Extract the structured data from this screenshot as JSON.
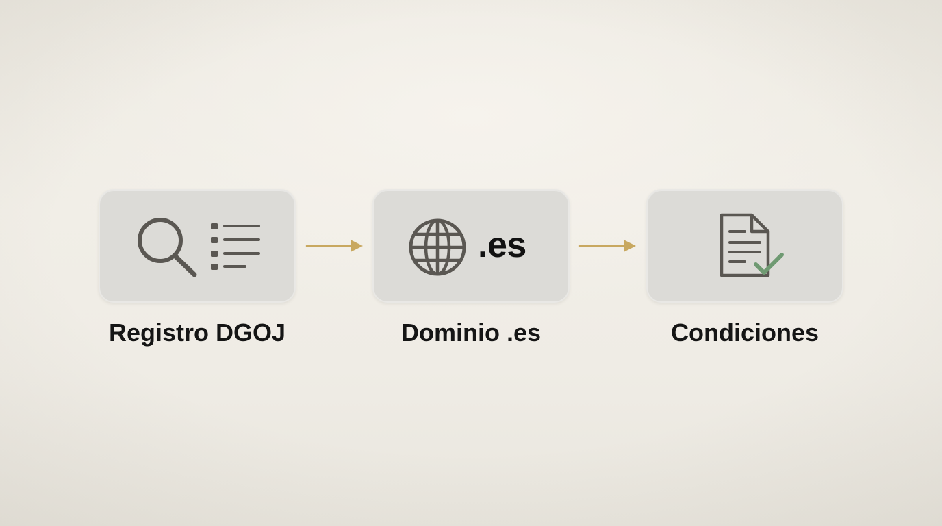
{
  "steps": [
    {
      "label": "Registro DGOJ",
      "icon": "search-list-icon"
    },
    {
      "label": "Dominio .es",
      "icon": "globe-icon",
      "card_text": ".es"
    },
    {
      "label": "Condiciones",
      "icon": "document-check-icon"
    }
  ],
  "connectors": [
    "arrow-right-icon",
    "arrow-right-icon"
  ],
  "colors": {
    "card": "#dcdbd7",
    "icon": "#5a5752",
    "arrow": "#c8a860",
    "check": "#6f9a72",
    "text": "#151515"
  }
}
